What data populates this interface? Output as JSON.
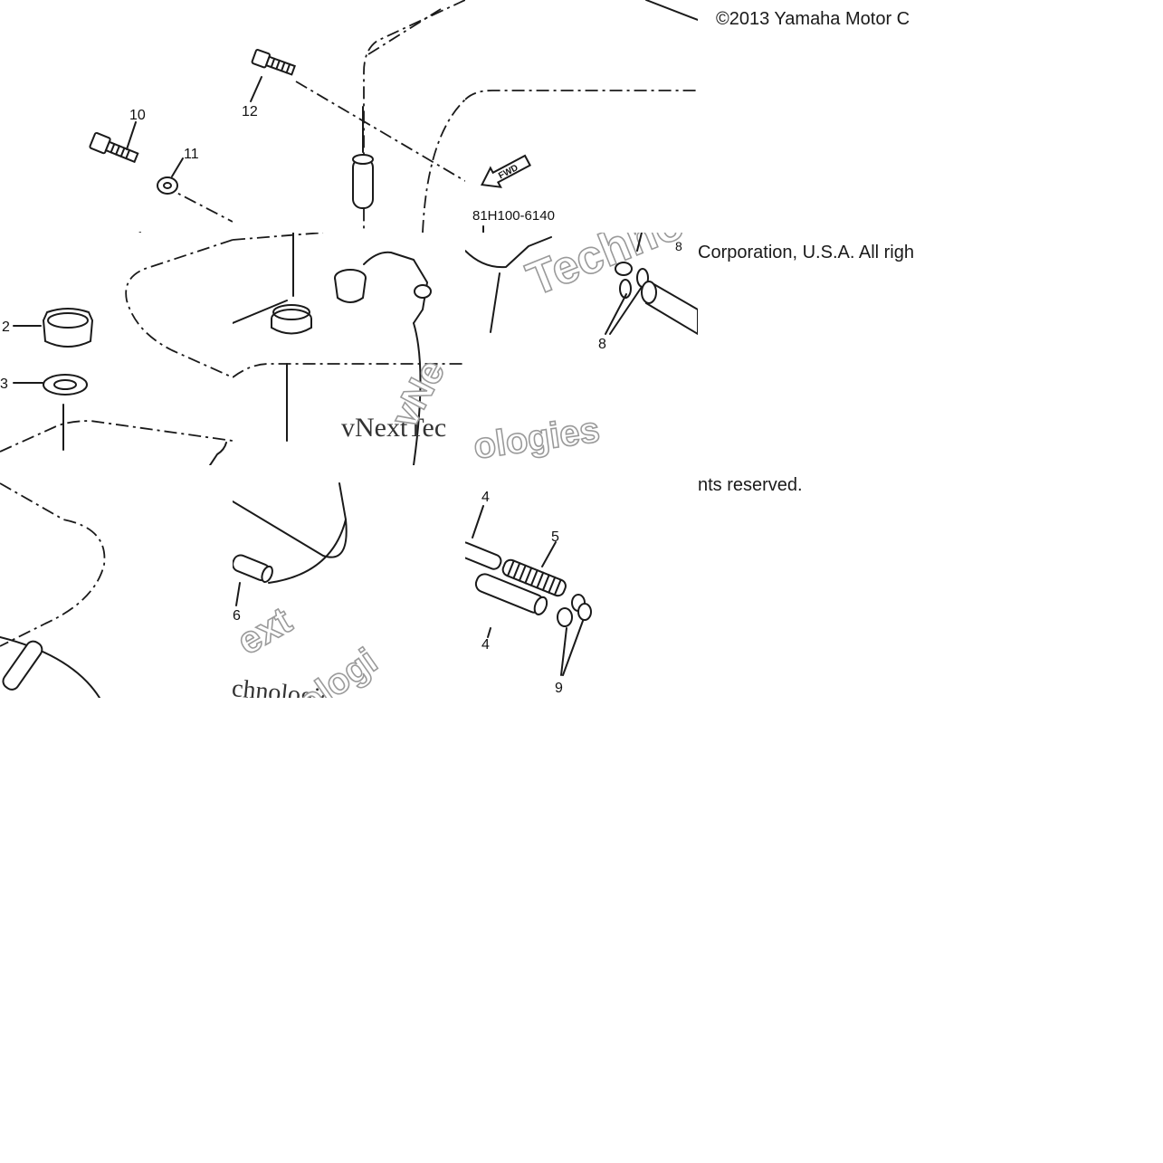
{
  "copyright": {
    "line1": "©2013 Yamaha Motor C",
    "line2": "Corporation, U.S.A. All righ",
    "line3": "nts reserved."
  },
  "diagram_code": "81H100-6140",
  "direction_badge": "FWD",
  "part_labels": {
    "p2": "2",
    "p3": "3",
    "p4a": "4",
    "p4b": "4",
    "p5": "5",
    "p6": "6",
    "p8": "8",
    "p8b": "8",
    "p9": "9",
    "p10": "10",
    "p11": "11",
    "p12": "12"
  },
  "watermark": {
    "a": "vNextTec",
    "b": "vNe",
    "c": "Techno",
    "d": "ologies",
    "e": "ext",
    "f": "chnologie",
    "g": "ologi"
  },
  "colors": {
    "line": "#1a1a1a",
    "watermark_outline": "#9a9a9a",
    "background": "#ffffff"
  }
}
